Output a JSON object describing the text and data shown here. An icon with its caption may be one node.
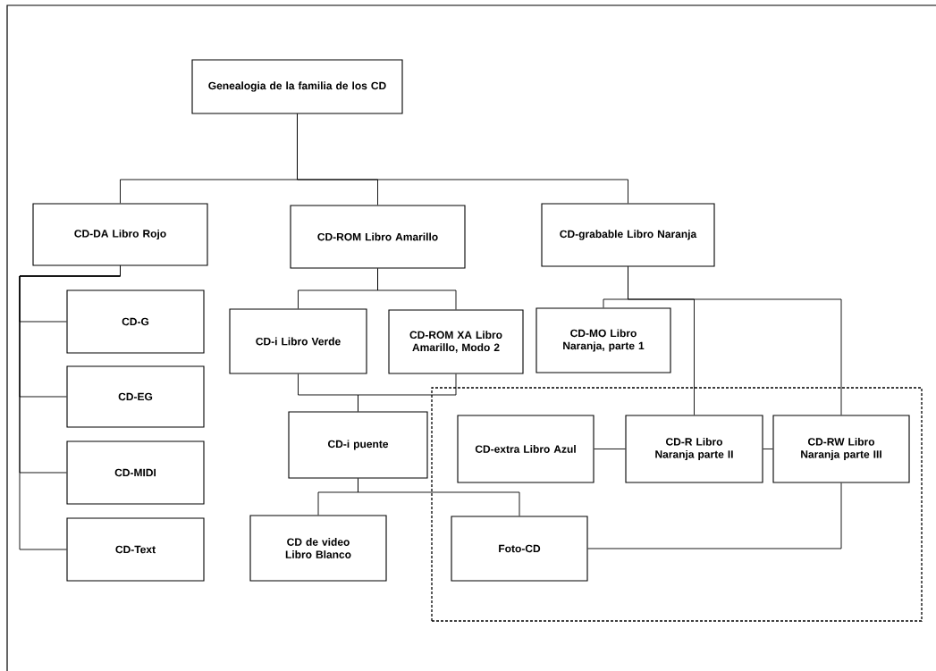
{
  "diagram": {
    "nodes": [
      {
        "text": [
          "Genealogia de la familia de los CD"
        ]
      },
      {
        "text": [
          "CD-DA Libro Rojo"
        ]
      },
      {
        "text": [
          "CD-ROM Libro Amarillo"
        ]
      },
      {
        "text": [
          "CD-grabable Libro Naranja"
        ]
      },
      {
        "text": [
          "CD-G"
        ]
      },
      {
        "text": [
          "CD-EG"
        ]
      },
      {
        "text": [
          "CD-MIDI"
        ]
      },
      {
        "text": [
          "CD-Text"
        ]
      },
      {
        "text": [
          "CD-i Libro Verde"
        ]
      },
      {
        "text": [
          "CD-ROM XA Libro Amarillo, Modo 2"
        ]
      },
      {
        "text": [
          "CD-MO Libro Naranja, parte 1"
        ]
      },
      {
        "text": [],
        "shape": "box"
      },
      {
        "text": [
          "CD-i puente"
        ]
      },
      {
        "text": [
          "CD-extra Libro Azul"
        ],
        "in": 11
      },
      {
        "text": [
          "CD-R Libro Naranja parte II"
        ],
        "in": 11
      },
      {
        "text": [
          "CD-RW Libro Naranja parte III"
        ],
        "in": 11
      },
      {
        "text": [
          "CD de video Libro Blanco"
        ]
      },
      {
        "text": [
          "Foto-CD"
        ],
        "in": 11
      }
    ],
    "edges": [
      {
        "from": 0,
        "to": 1,
        "arrow": "none"
      },
      {
        "from": 0,
        "to": 2,
        "arrow": "none"
      },
      {
        "from": 0,
        "to": 3,
        "arrow": "none"
      },
      {
        "from": 1,
        "to": 4,
        "arrow": "none"
      },
      {
        "from": 1,
        "to": 5,
        "arrow": "none"
      },
      {
        "from": 1,
        "to": 6,
        "arrow": "none"
      },
      {
        "from": 1,
        "to": 7,
        "arrow": "none"
      },
      {
        "from": 2,
        "to": 8,
        "arrow": "none"
      },
      {
        "from": 2,
        "to": 9,
        "arrow": "none"
      },
      {
        "from": 3,
        "to": 10,
        "arrow": "none"
      },
      {
        "from": 3,
        "to": 14,
        "arrow": "none"
      },
      {
        "from": 3,
        "to": 15,
        "arrow": "none"
      },
      {
        "from": 8,
        "to": 12,
        "arrow": "none"
      },
      {
        "from": 9,
        "to": 12,
        "arrow": "none"
      },
      {
        "from": 12,
        "to": 16,
        "arrow": "none"
      },
      {
        "from": 12,
        "to": 17,
        "arrow": "none"
      },
      {
        "from": 13,
        "to": 14,
        "arrow": "none"
      },
      {
        "from": 14,
        "to": 15,
        "arrow": "none"
      },
      {
        "from": 15,
        "to": 17,
        "arrow": "none"
      }
    ]
  }
}
